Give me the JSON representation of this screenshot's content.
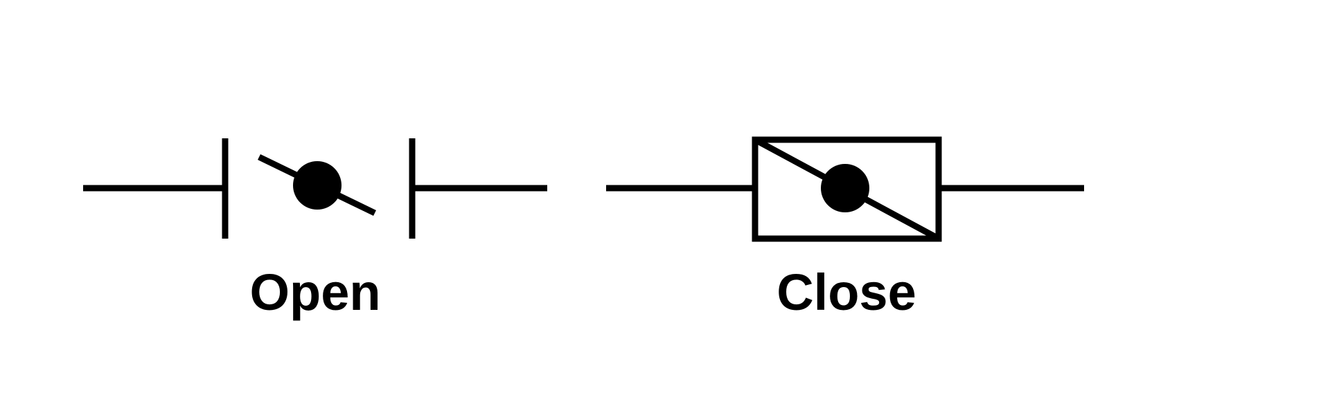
{
  "diagram": {
    "background_color": "#ffffff",
    "stroke_color": "#000000",
    "symbols": [
      {
        "id": "open-valve-symbol",
        "label": "Open",
        "description": "ball valve symbol between two open contact bars"
      },
      {
        "id": "close-valve-symbol",
        "label": "Close",
        "description": "ball valve symbol inside a closed rectangular box with corner-to-corner diagonal"
      }
    ]
  }
}
